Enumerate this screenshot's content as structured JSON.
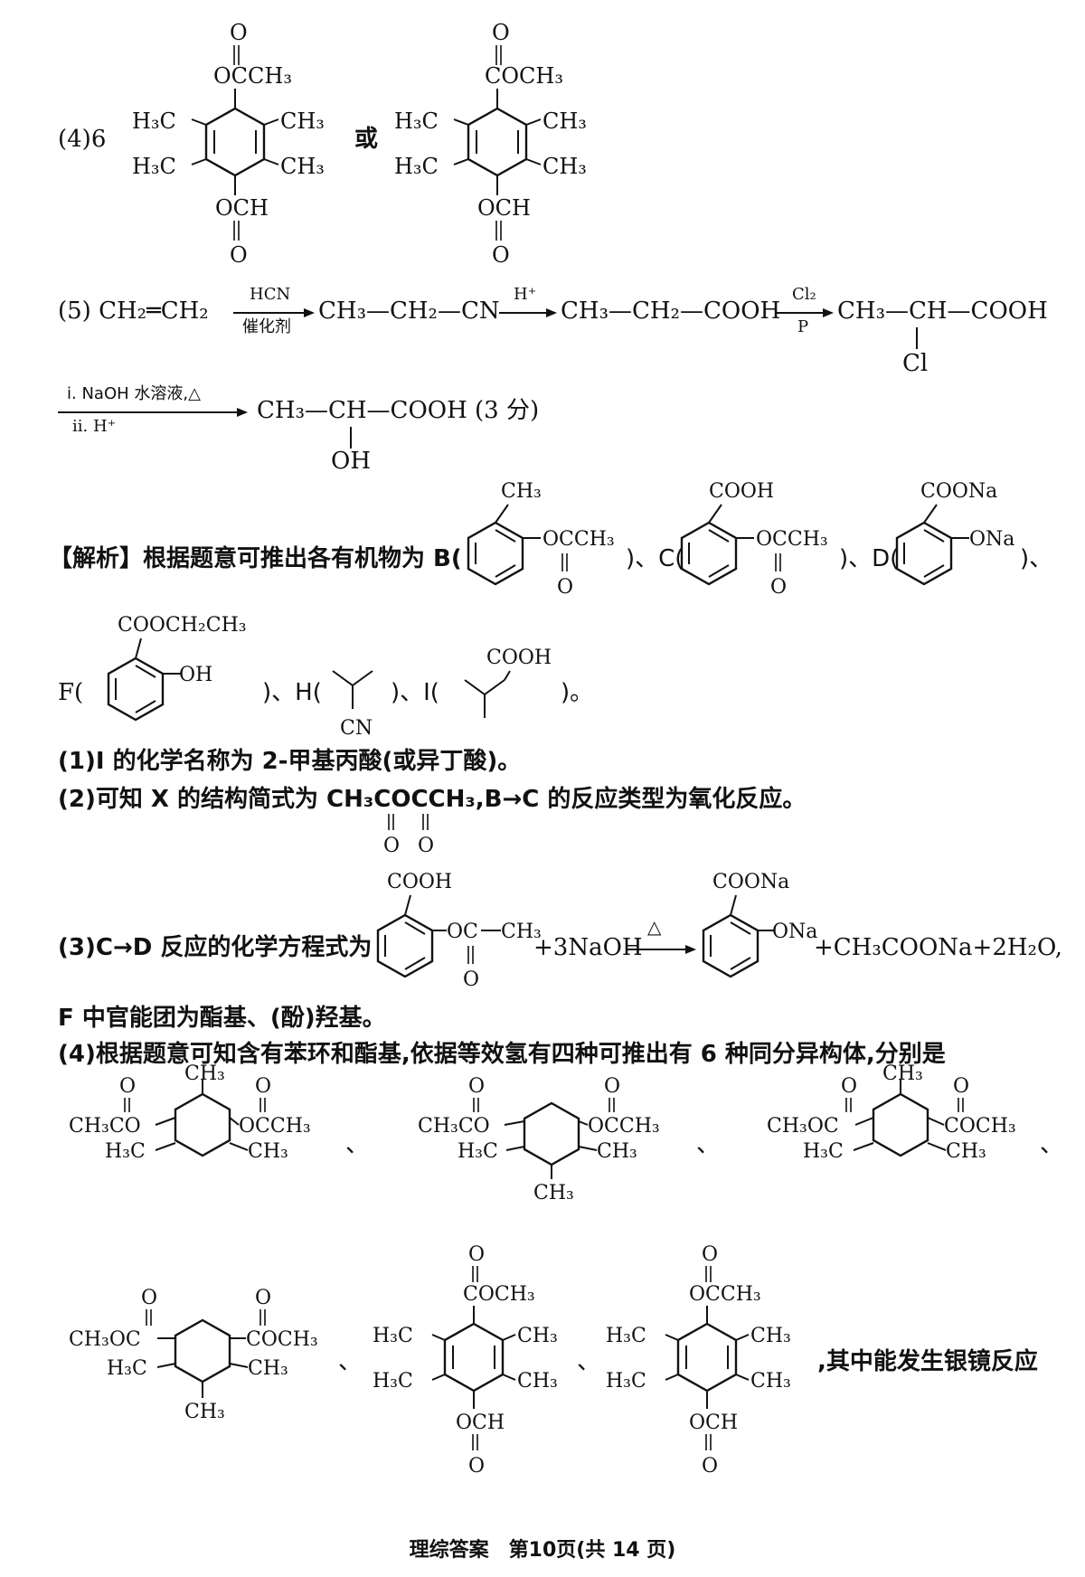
{
  "part4_prefix": "(4)6",
  "or_word": "或",
  "frag": {
    "ococh3": "OCCH₃",
    "coch3": "COCH₃",
    "ocoh": "OCH",
    "ococh3_b": "OCCH₃",
    "h3c": "H₃C",
    "ch3": "CH₃",
    "o": "O",
    "cl": "Cl",
    "oh": "OH",
    "cn": "CN",
    "cooh": "COOH",
    "coona": "COONa",
    "ona": "ONa",
    "ch3co": "CH₃CO",
    "ch3oc": "CH₃OC",
    "cooch2ch3": "COOCH₂CH₃"
  },
  "synthesis": {
    "start": "(5) CH₂═CH₂",
    "r1_above": "HCN",
    "r1_below": "催化剂",
    "p1": "CH₃—CH₂—CN",
    "r2_above": "H⁺",
    "p2": "CH₃—CH₂—COOH",
    "r3_above": "Cl₂",
    "r3_below": "P",
    "p3": "CH₃—CH—COOH",
    "r4_above": "ⅰ. NaOH 水溶液,△",
    "r4_below": "ⅱ. H⁺",
    "p4": "CH₃—CH—COOH (3 分)"
  },
  "analysis": {
    "lead": "【解析】根据题意可推出各有机物为 B(",
    "sep_c": ")、C(",
    "sep_d": ")、D(",
    "end_d": ")、",
    "f_open": "F(",
    "sep_h": ")、H(",
    "sep_i": ")、I(",
    "end_i": ")。"
  },
  "lines": {
    "l1": "(1)I 的化学名称为 2-甲基丙酸(或异丁酸)。",
    "l2": "(2)可知 X 的结构简式为 CH₃COCCH₃,B→C 的反应类型为氧化反应。",
    "l3_pre": "(3)C→D 反应的化学方程式为",
    "l3_mid": "+3NaOH",
    "l3_heat": "△",
    "l3_post": "+CH₃COONa+2H₂O,",
    "l4": "F 中官能团为酯基、(酚)羟基。",
    "l5": "(4)根据题意可知含有苯环和酯基,依据等效氢有四种可推出有 6 种同分异构体,分别是",
    "sep": "、",
    "tail": ",其中能发生银镜反应"
  },
  "footer": "理综答案　第10页(共 14 页)"
}
